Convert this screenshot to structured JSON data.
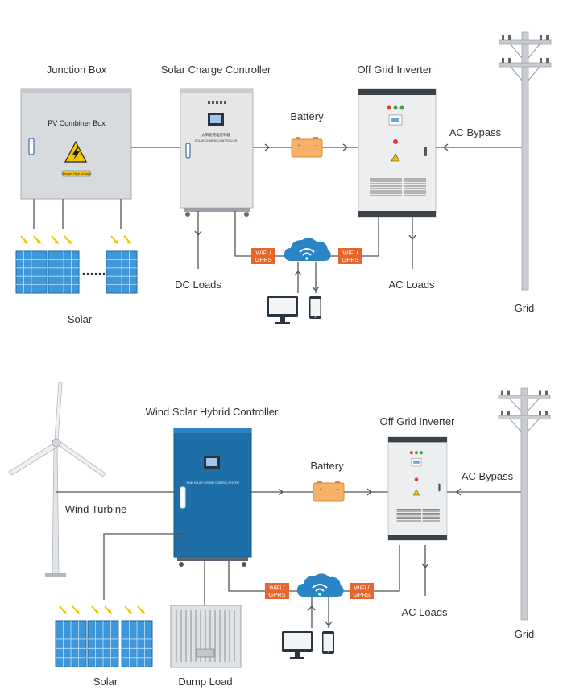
{
  "top": {
    "junction_box_title": "Junction Box",
    "combiner_label": "PV Combiner Box",
    "combiner_warning": "Danger High Voltage",
    "controller_title": "Solar Charge Controller",
    "controller_plate_cn": "太阳能充电控制器",
    "controller_plate_en": "SOLAR CHARGE CONTROLLER",
    "inverter_title": "Off Grid Inverter",
    "battery_label": "Battery",
    "ac_bypass_label": "AC Bypass",
    "wifi_left": [
      "WiFi /",
      "GPRS"
    ],
    "wifi_right": [
      "WiFi /",
      "GPRS"
    ],
    "dc_loads_label": "DC Loads",
    "ac_loads_label": "AC Loads",
    "solar_label": "Solar",
    "grid_label": "Grid"
  },
  "bottom": {
    "controller_title": "Wind Solar Hybrid Controller",
    "controller_plate": "WIND SOLAR TURBINE CONTROL SYSTEM",
    "inverter_title": "Off Grid Inverter",
    "battery_label": "Battery",
    "ac_bypass_label": "AC Bypass",
    "wind_turbine_label": "Wind Turbine",
    "wifi_left": [
      "WiFi /",
      "GPRS"
    ],
    "wifi_right": [
      "WiFi /",
      "GPRS"
    ],
    "ac_loads_label": "AC Loads",
    "solar_label": "Solar",
    "dump_load_label": "Dump Load",
    "grid_label": "Grid"
  },
  "colors": {
    "wire": "#555555",
    "box_gray": "#d8dbde",
    "controller_blue": "#1e6fa8",
    "battery_orange": "#f7b26a",
    "wifi_tag_orange": "#e8652a",
    "cloud_blue": "#2a85c5",
    "solar_blue": "#3f97db",
    "sun_ray_yellow": "#f5c400"
  },
  "icons": {
    "cloud": "wifi-cloud-icon",
    "monitor": "monitor-icon",
    "phone": "phone-icon",
    "warning": "high-voltage-warning-icon",
    "sun_rays": "sun-ray-arrow-icon"
  }
}
